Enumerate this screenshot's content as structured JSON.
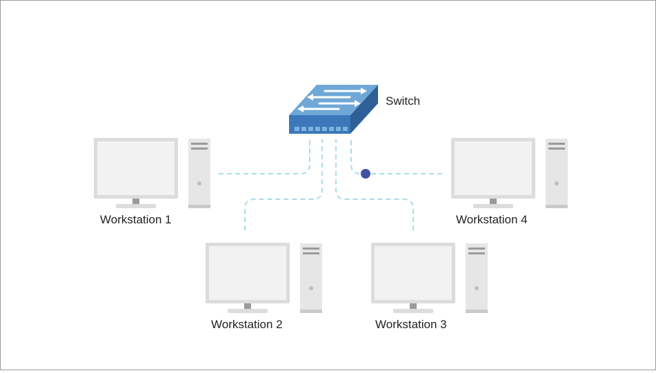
{
  "diagram": {
    "switch_label": "Switch",
    "workstations": [
      {
        "label": "Workstation 1"
      },
      {
        "label": "Workstation 2"
      },
      {
        "label": "Workstation 3"
      },
      {
        "label": "Workstation 4"
      }
    ]
  },
  "colors": {
    "link": "#a9dbe8",
    "switch_top": "#6fa8d6",
    "switch_front": "#3c78b9",
    "switch_side": "#2f5f97",
    "packet_dot": "#3f51a6",
    "monitor_frame": "#dcdcdc",
    "monitor_screen": "#f2f2f2",
    "tower": "#e6e6e6"
  },
  "icons": {
    "switch": "network-switch-icon",
    "computer": "desktop-computer-icon",
    "packet": "packet-dot"
  }
}
